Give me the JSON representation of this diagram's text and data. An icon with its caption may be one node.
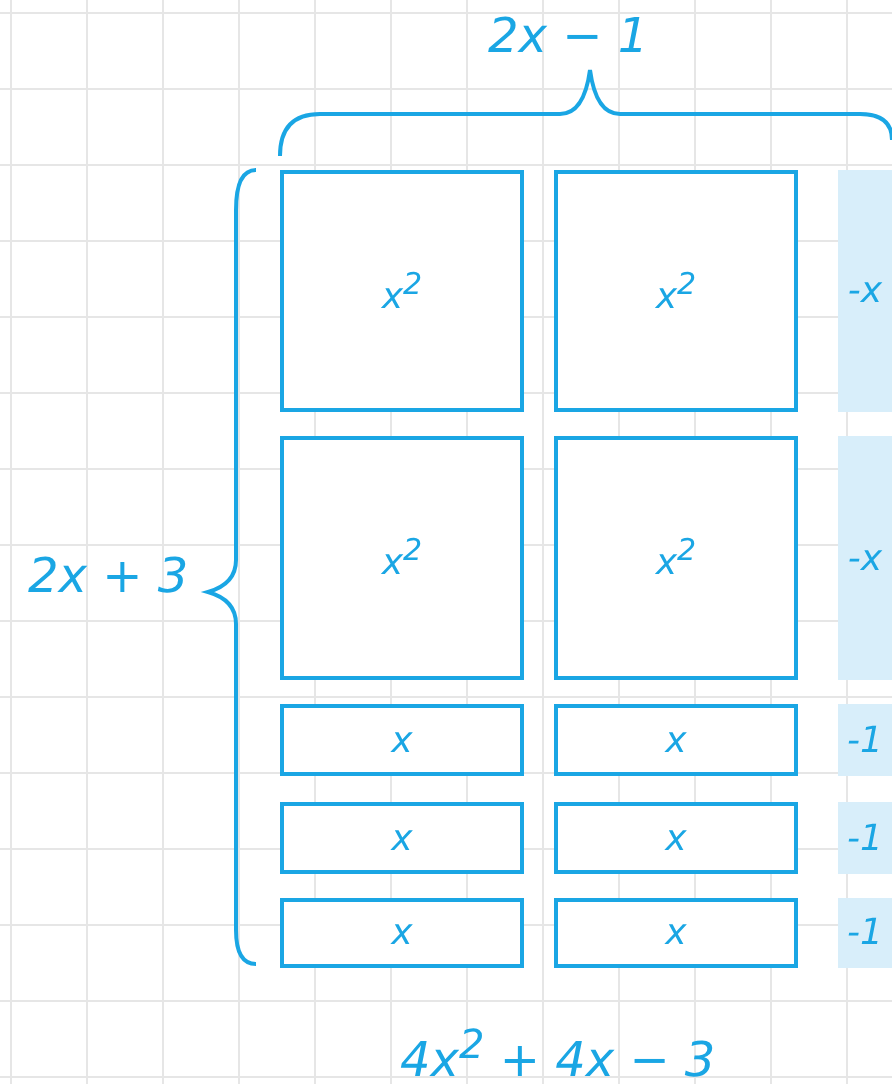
{
  "diagram": {
    "nodes": [
      {
        "text": [
          "x$^{2}$"
        ]
      },
      {
        "text": [
          "x$^{2}$"
        ]
      },
      {
        "text": [
          "-x"
        ]
      },
      {
        "text": [
          "x$^{2}$"
        ]
      },
      {
        "text": [
          "x$^{2}$"
        ]
      },
      {
        "text": [
          "-x"
        ]
      },
      {
        "text": [
          "x"
        ]
      },
      {
        "text": [
          "x"
        ]
      },
      {
        "text": [
          "-1"
        ]
      },
      {
        "text": [
          "x"
        ]
      },
      {
        "text": [
          "x"
        ]
      },
      {
        "text": [
          "-1"
        ]
      },
      {
        "text": [
          "x"
        ]
      },
      {
        "text": [
          "x"
        ]
      },
      {
        "text": [
          "-1"
        ]
      }
    ],
    "labels": [
      "2x − 1",
      "2x + 3",
      "4x$^{2}$ + 4x − 3"
    ]
  }
}
